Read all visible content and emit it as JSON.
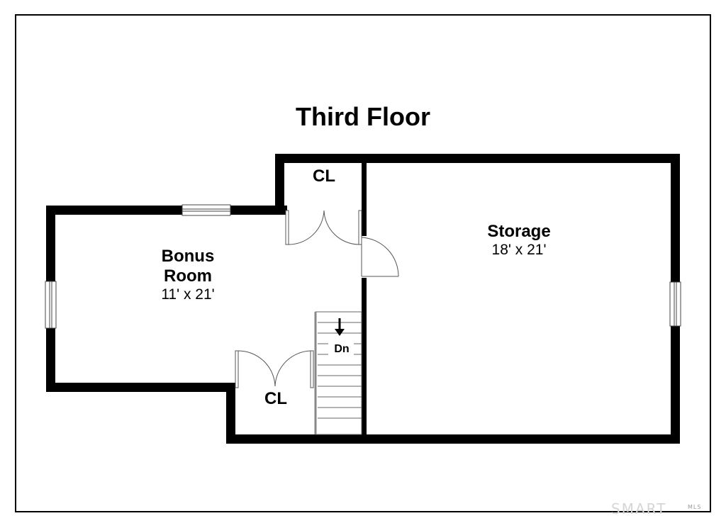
{
  "title": "Third Floor",
  "rooms": {
    "bonus": {
      "name_line1": "Bonus",
      "name_line2": "Room",
      "dimensions": "11' x 21'"
    },
    "storage": {
      "name": "Storage",
      "dimensions": "18' x 21'"
    },
    "closet_upper": {
      "name": "CL"
    },
    "closet_lower": {
      "name": "CL"
    }
  },
  "stairs": {
    "direction_label": "Dn"
  },
  "watermark": {
    "text": "SMART",
    "sub": "MLS"
  },
  "colors": {
    "wall": "#000000",
    "background": "#ffffff",
    "window_frame": "#444444"
  }
}
